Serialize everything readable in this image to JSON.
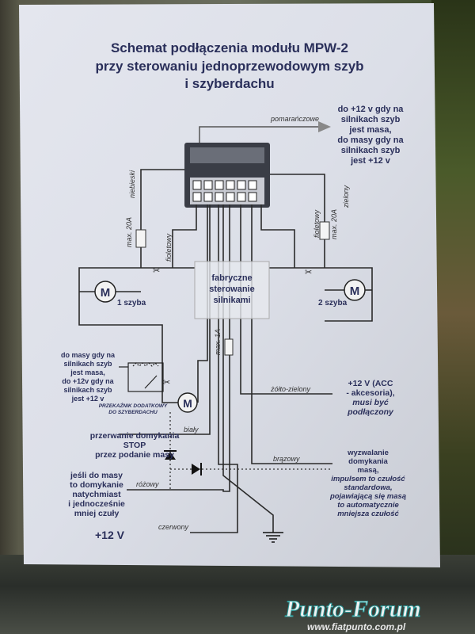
{
  "title": {
    "line1": "Schemat podłączenia modułu  MPW-2",
    "line2": "przy sterowaniu jednoprzewodowym szyb",
    "line3": "i szyberdachu"
  },
  "note_top_right": [
    "do +12 v gdy na",
    "silnikach szyb",
    "jest masa,",
    "do masy gdy na",
    "silnikach szyb",
    "jest +12 v"
  ],
  "wires": {
    "orange": "pomarańczowe",
    "blue": "niebieski",
    "violet_left": "fioletowy",
    "violet_right": "fioletowy",
    "green": "zielony",
    "white": "biały",
    "pink": "różowy",
    "red": "czerwony",
    "yellow_green": "żółto-zielony",
    "brown": "brązowy"
  },
  "fuse_labels": [
    "max. 20A",
    "max. 20A",
    "max. 1A"
  ],
  "factory_box": [
    "fabryczne",
    "sterowanie",
    "silnikami"
  ],
  "motors": {
    "symbol": "M",
    "left_label": "1 szyba",
    "right_label": "2 szyba"
  },
  "note_relay": [
    "do masy gdy na",
    "silnikach szyb",
    "jest masa,",
    "do +12v gdy na",
    "silnikach szyb",
    "jest +12 v"
  ],
  "relay_label": [
    "PRZEKAŹNIK DODATKOWY",
    "DO SZYBERDACHU"
  ],
  "note_stop": [
    "przerwanie domykania",
    "STOP",
    "przez podanie masy"
  ],
  "note_ground": [
    "jeśli do masy",
    "to domykanie",
    "natychmiast",
    "i jednocześnie",
    "mniej czuły"
  ],
  "supply_label": "+12 V",
  "note_acc": [
    "+12 V (ACC",
    "- akcesoria),",
    "musi być",
    "podłączony"
  ],
  "note_trigger": [
    "wyzwalanie",
    "domykania",
    "masą,",
    "impulsem to czułość",
    "standardowa,",
    "pojawiającą się masą",
    "to automatycznie",
    "mniejsza czułość"
  ],
  "watermark": {
    "logo": "Punto-Forum",
    "url": "www.fiatpunto.com.pl"
  }
}
